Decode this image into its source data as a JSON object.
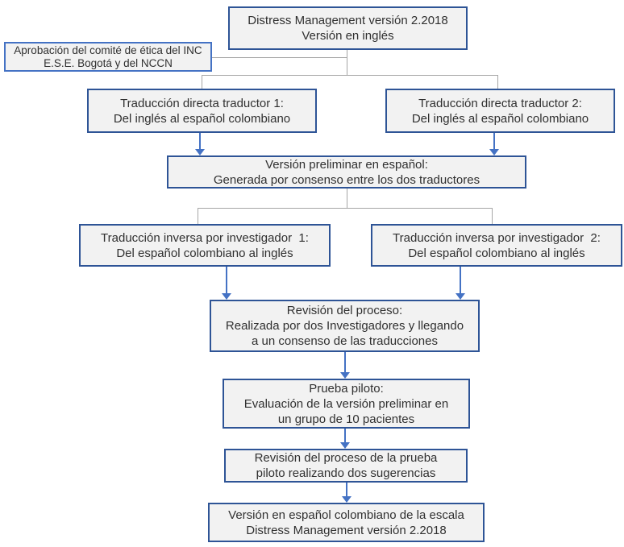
{
  "colors": {
    "box_fill": "#f2f2f2",
    "box_border": "#2e5496",
    "ethics_border": "#4472c4",
    "connector": "#a6a6a6",
    "arrow": "#4472c4",
    "text": "#303030"
  },
  "boxes": {
    "source": {
      "lines": [
        "Distress Management versión 2.2018",
        "Versión en inglés"
      ]
    },
    "ethics": {
      "lines": [
        "Aprobación del comité de ética del INC",
        "E.S.E. Bogotá y del NCCN"
      ]
    },
    "direct1": {
      "lines": [
        "Traducción directa traductor 1:",
        "Del inglés al español colombiano"
      ]
    },
    "direct2": {
      "lines": [
        "Traducción directa traductor 2:",
        "Del inglés al español colombiano"
      ]
    },
    "preliminary": {
      "lines": [
        "Versión preliminar en español:",
        "Generada por consenso entre los dos traductores"
      ]
    },
    "reverse1": {
      "lines": [
        "Traducción inversa por investigador  1:",
        "Del español colombiano al inglés"
      ]
    },
    "reverse2": {
      "lines": [
        "Traducción inversa por investigador  2:",
        "Del español colombiano al inglés"
      ]
    },
    "review": {
      "lines": [
        "Revisión del proceso:",
        "Realizada por dos Investigadores y llegando",
        "a un consenso de las traducciones"
      ]
    },
    "pilot": {
      "lines": [
        "Prueba piloto:",
        "Evaluación de la versión preliminar en",
        "un grupo de 10 pacientes"
      ]
    },
    "pilot_review": {
      "lines": [
        "Revisión del proceso de la prueba",
        "piloto realizando dos sugerencias"
      ]
    },
    "final": {
      "lines": [
        "Versión en español colombiano de la escala",
        "Distress Management versión 2.2018"
      ]
    }
  }
}
